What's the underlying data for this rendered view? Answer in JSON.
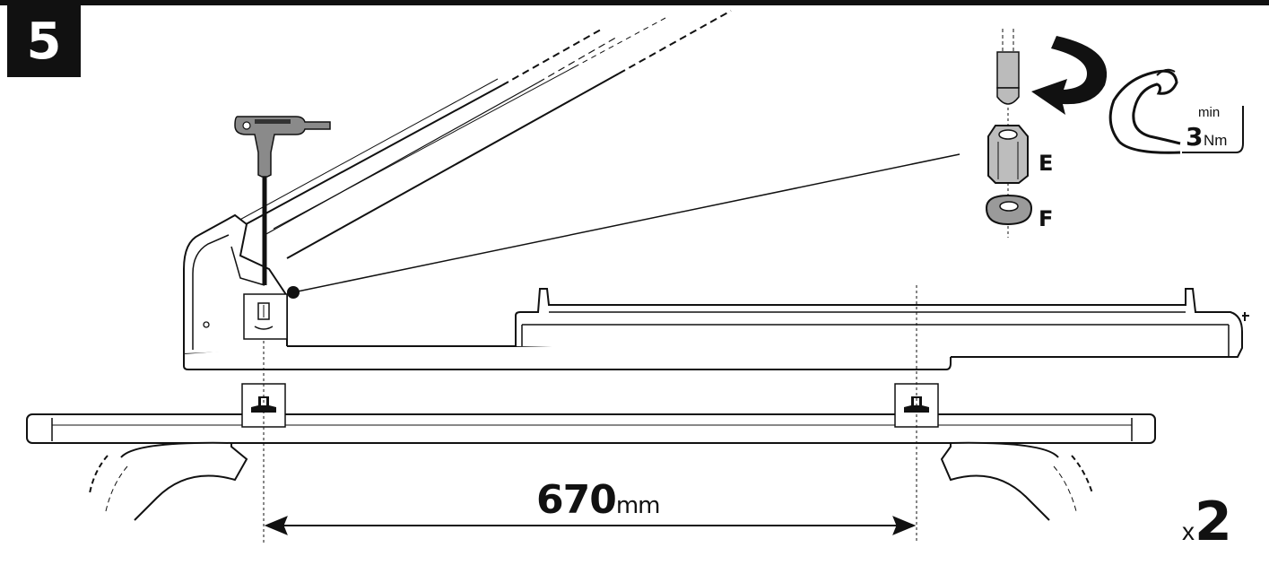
{
  "step": {
    "number": "5"
  },
  "parts": {
    "nut": "E",
    "washer": "F"
  },
  "torque": {
    "min_label": "min",
    "value": "3",
    "unit": "Nm"
  },
  "dimension": {
    "value": "670",
    "unit": "mm"
  },
  "quantity": {
    "prefix": "x",
    "value": "2"
  },
  "colors": {
    "line": "#111111",
    "fill": "#ffffff",
    "shade": "#cfcfcf",
    "accent": "#111111"
  },
  "icons": [
    "hex-key-icon",
    "rotate-arrow-icon",
    "flexed-arm-icon",
    "hex-nut-icon",
    "washer-icon",
    "t-bolt-icon"
  ]
}
